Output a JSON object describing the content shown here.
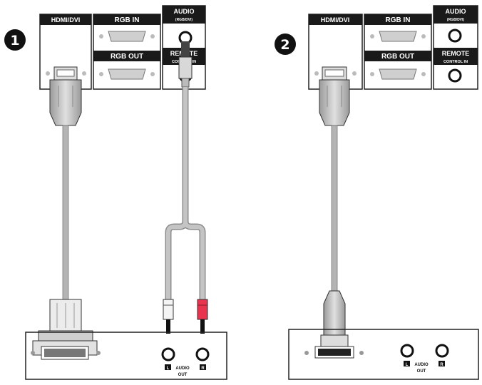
{
  "panel1": {
    "step": "1",
    "hdmi_label": "HDMI/DVI",
    "rgb_in_label": "RGB IN",
    "rgb_out_label": "RGB OUT",
    "audio_label": "AUDIO",
    "audio_sub": "(RGB/DVI)",
    "remote_label": "REMOTE",
    "remote_sub": "CONTROL IN",
    "left_channel": "L",
    "right_channel": "R",
    "audio_out_line1": "AUDIO",
    "audio_out_line2": "OUT"
  },
  "panel2": {
    "step": "2",
    "hdmi_label": "HDMI/DVI",
    "rgb_in_label": "RGB IN",
    "rgb_out_label": "RGB OUT",
    "audio_label": "AUDIO",
    "audio_sub": "(RGB/DVI)",
    "remote_label": "REMOTE",
    "remote_sub": "CONTROL IN",
    "left_channel": "L",
    "right_channel": "R",
    "audio_out_line1": "AUDIO",
    "audio_out_line2": "OUT"
  },
  "colors": {
    "label_bg": "#1a1a1a",
    "cable": "#b4b4b4",
    "plug_red": "#e8344e",
    "plug_white": "#f4f4f4"
  }
}
